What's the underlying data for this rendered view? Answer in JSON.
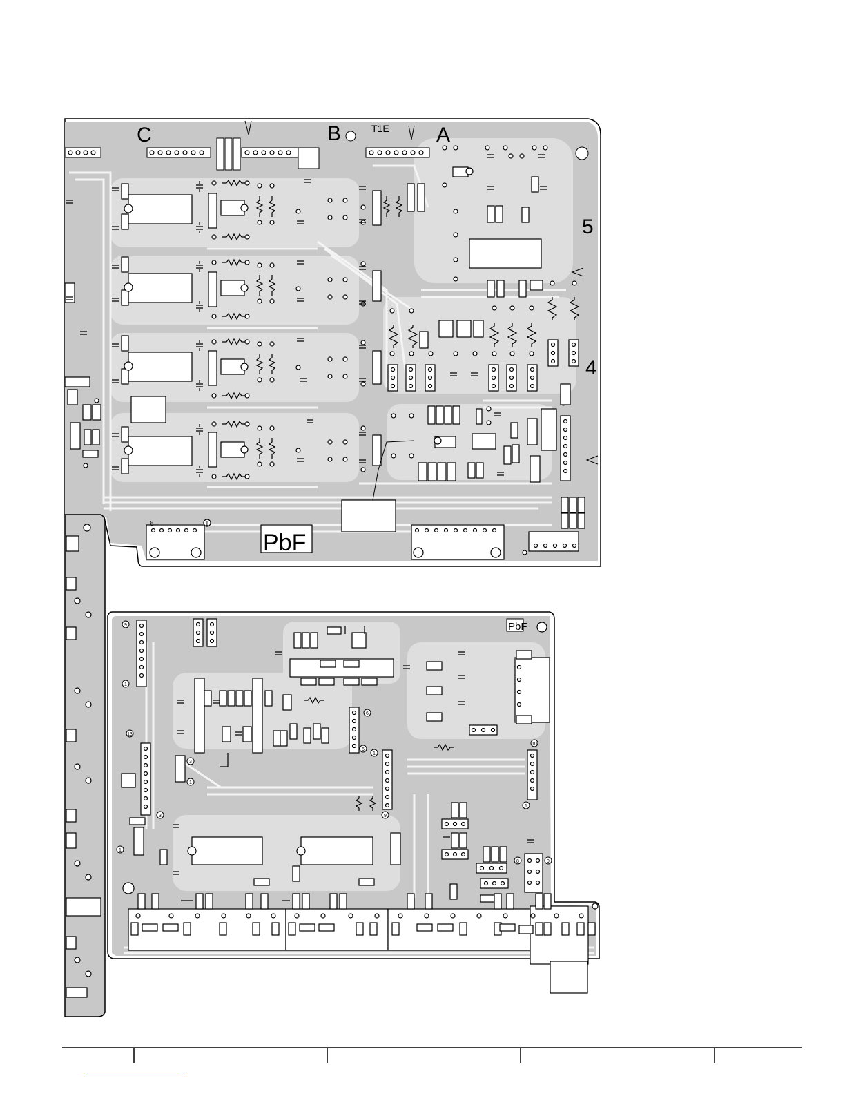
{
  "board_top": {
    "column_labels": [
      "C",
      "B",
      "A"
    ],
    "layer_label": "T1E",
    "row_labels": [
      "5",
      "4"
    ],
    "material_mark": "PbF",
    "connector_pin_labels": [
      "6",
      "1"
    ]
  },
  "board_bottom": {
    "material_mark": "PbF",
    "pin_marks": [
      "9",
      "1",
      "13",
      "3",
      "1",
      "6",
      "1",
      "9",
      "10",
      "1",
      "3",
      "1",
      "8",
      "9",
      "6"
    ]
  },
  "colors": {
    "copper": "#c8c8c8",
    "outline": "#000000",
    "background": "#ffffff",
    "link_line": "#1a3fd0"
  }
}
